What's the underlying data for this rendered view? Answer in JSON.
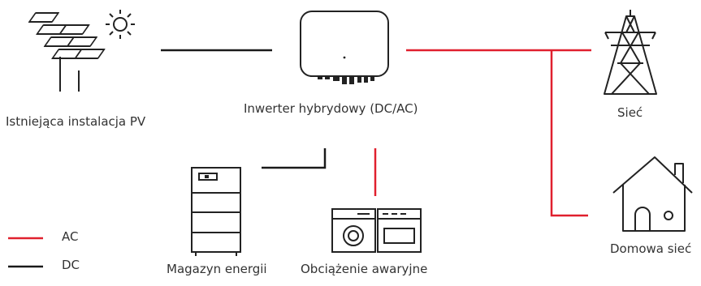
{
  "nodes": {
    "pv": {
      "label": "Istniejąca instalacja PV",
      "icon": "solar-panel-sun-icon"
    },
    "inverter": {
      "label": "Inwerter hybrydowy (DC/AC)",
      "icon": "hybrid-inverter-icon"
    },
    "grid": {
      "label": "Sieć",
      "icon": "power-pylon-icon"
    },
    "home": {
      "label": "Domowa sieć",
      "icon": "house-icon"
    },
    "storage": {
      "label": "Magazyn energii",
      "icon": "battery-cabinet-icon"
    },
    "backup": {
      "label": "Obciążenie awaryjne",
      "icon": "washer-oven-icon"
    }
  },
  "legend": {
    "ac": {
      "label": "AC",
      "color": "#e0202e"
    },
    "dc": {
      "label": "DC",
      "color": "#1a1a1a"
    }
  },
  "colors": {
    "ac": "#e0202e",
    "dc": "#1a1a1a",
    "icon": "#222222"
  }
}
